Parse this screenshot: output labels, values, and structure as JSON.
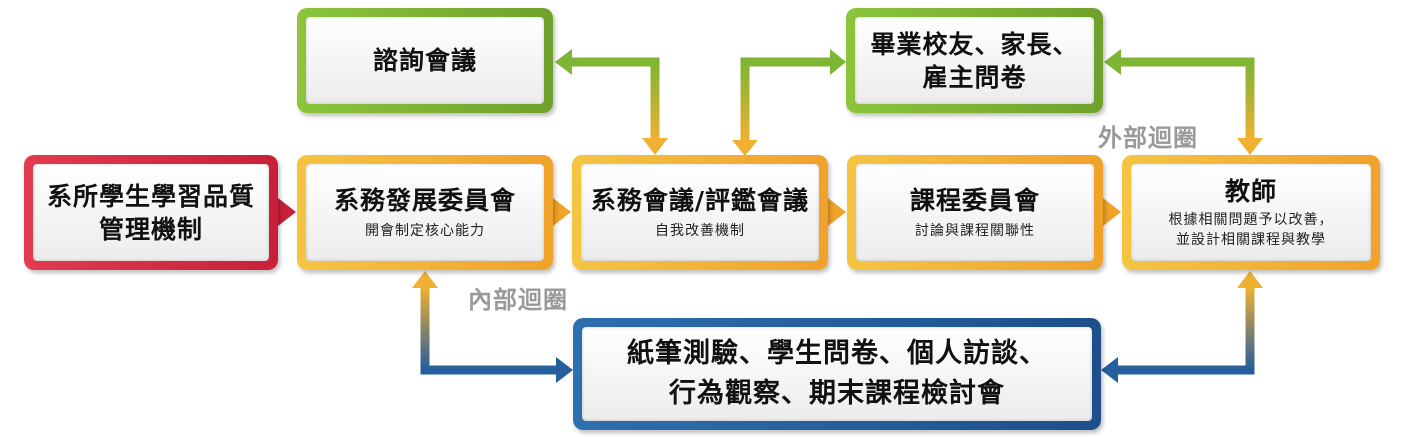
{
  "nodes": {
    "quality": {
      "title_line1": "系所學生學習品質",
      "title_line2": "管理機制"
    },
    "dev_committee": {
      "title": "系務發展委員會",
      "subtitle": "開會制定核心能力"
    },
    "dept_meeting": {
      "title": "系務會議/評鑑會議",
      "subtitle": "自我改善機制"
    },
    "curriculum": {
      "title": "課程委員會",
      "subtitle": "討論與課程關聯性"
    },
    "teacher": {
      "title": "教師",
      "subtitle_line1": "根據相關問題予以改善，",
      "subtitle_line2": "並設計相關課程與教學"
    },
    "advisory": {
      "title": "諮詢會議"
    },
    "survey": {
      "title_line1": "畢業校友、家長、",
      "title_line2": "雇主問卷"
    },
    "assessment": {
      "title_line1": "紙筆測驗、學生問卷、個人訪談、",
      "title_line2": "行為觀察、期末課程檢討會"
    }
  },
  "labels": {
    "external_loop": "外部迴圈",
    "internal_loop": "內部迴圈"
  },
  "colors": {
    "red": "#d42a42",
    "orange": "#f2b233",
    "green": "#7db534",
    "blue": "#245e9c",
    "loop_text": "#999999"
  }
}
